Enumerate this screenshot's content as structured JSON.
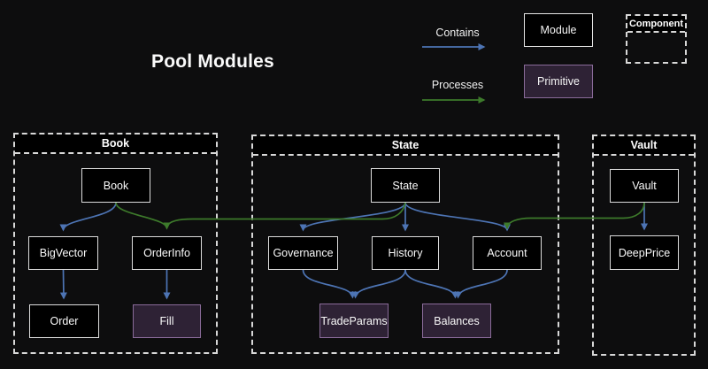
{
  "title": "Pool Modules",
  "legend": {
    "contains_label": "Contains",
    "processes_label": "Processes",
    "module_label": "Module",
    "primitive_label": "Primitive",
    "component_label": "Component"
  },
  "colors": {
    "background": "#0d0d0e",
    "module_fill": "#000000",
    "module_border": "#dcdcdc",
    "primitive_fill": "#2e2235",
    "primitive_border": "#8a6b9a",
    "contains_arrow_blue": "#4d74b4",
    "processes_arrow_green": "#3d7a2b",
    "text": "#f5f5f5"
  },
  "groups": [
    {
      "title": "Book",
      "nodes": [
        {
          "label": "Book",
          "type": "module"
        },
        {
          "label": "BigVector",
          "type": "module"
        },
        {
          "label": "OrderInfo",
          "type": "module"
        },
        {
          "label": "Order",
          "type": "module"
        },
        {
          "label": "Fill",
          "type": "primitive"
        }
      ]
    },
    {
      "title": "State",
      "nodes": [
        {
          "label": "State",
          "type": "module"
        },
        {
          "label": "Governance",
          "type": "module"
        },
        {
          "label": "History",
          "type": "module"
        },
        {
          "label": "Account",
          "type": "module"
        },
        {
          "label": "TradeParams",
          "type": "primitive"
        },
        {
          "label": "Balances",
          "type": "primitive"
        }
      ]
    },
    {
      "title": "Vault",
      "nodes": [
        {
          "label": "Vault",
          "type": "module"
        },
        {
          "label": "DeepPrice",
          "type": "module"
        }
      ]
    }
  ],
  "edges": [
    {
      "from": "Book",
      "to": "BigVector",
      "type": "contains"
    },
    {
      "from": "BigVector",
      "to": "Order",
      "type": "contains"
    },
    {
      "from": "OrderInfo",
      "to": "Fill",
      "type": "contains"
    },
    {
      "from": "State",
      "to": "Governance",
      "type": "contains"
    },
    {
      "from": "State",
      "to": "History",
      "type": "contains"
    },
    {
      "from": "State",
      "to": "Account",
      "type": "contains"
    },
    {
      "from": "Governance",
      "to": "TradeParams",
      "type": "contains"
    },
    {
      "from": "History",
      "to": "TradeParams",
      "type": "contains"
    },
    {
      "from": "History",
      "to": "Balances",
      "type": "contains"
    },
    {
      "from": "Account",
      "to": "Balances",
      "type": "contains"
    },
    {
      "from": "Vault",
      "to": "DeepPrice",
      "type": "contains"
    },
    {
      "from": "Book",
      "to": "OrderInfo",
      "type": "processes"
    },
    {
      "from": "State",
      "to": "OrderInfo",
      "type": "processes"
    },
    {
      "from": "Vault",
      "to": "Account",
      "type": "processes"
    }
  ]
}
